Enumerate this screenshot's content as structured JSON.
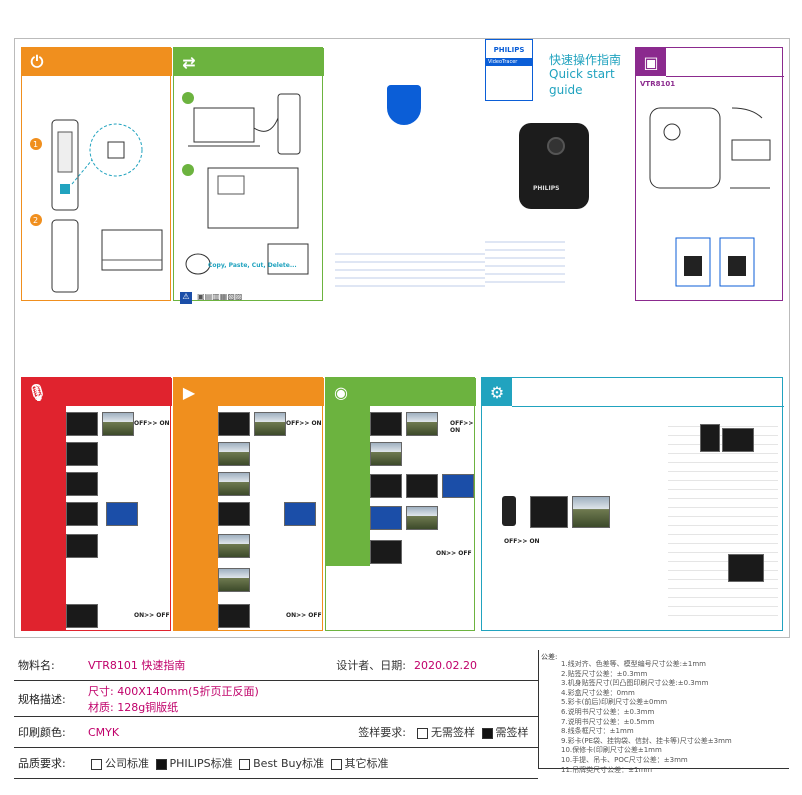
{
  "colors": {
    "orange": "#f08f1e",
    "green": "#6cb33f",
    "purple": "#8b2a8e",
    "red": "#e0232e",
    "cyan": "#21a3bf",
    "philips": "#0b5ed7"
  },
  "brand": {
    "logo_text": "PHILIPS",
    "series": "VideoTracer"
  },
  "guide_title": {
    "zh": "快速操作指南",
    "en1": "Quick start",
    "en2": "guide"
  },
  "model": "VTR8101",
  "bottom": {
    "copy": "Copy, Paste, Cut, Delete..."
  },
  "status": {
    "off_on": "OFF>> ON",
    "on_off": "ON>> OFF"
  },
  "info": {
    "material_label": "物料名:",
    "material_value": "VTR8101   快速指南",
    "designer_label": "设计者、日期:",
    "date_value": "2020.02.20",
    "spec_label": "规格描述:",
    "size_line": "尺寸: 400X140mm(5折页正反面)",
    "paper_line": "材质: 128g铜版纸",
    "color_label": "印刷颜色:",
    "color_value": "CMYK",
    "sign_label": "签样要求:",
    "sign_no": "无需签样",
    "sign_yes": "需签样",
    "quality_label": "品质要求:",
    "q1": "公司标准",
    "q2": "PHILIPS标准",
    "q3": "Best Buy标准",
    "q4": "其它标准"
  },
  "tolerance": {
    "title": "公差:",
    "items": [
      "1.线对齐、色差等、模型编号尺寸公差:±1mm",
      "2.贴签尺寸公差：±0.3mm",
      "3.机身贴签尺寸(凹凸图印刷尺寸公差:±0.3mm",
      "4.彩盒尺寸公差：0mm",
      "5.彩卡(前后)印刷尺寸公差±0mm",
      "6.说明书尺寸公差：±0.3mm",
      "7.说明书尺寸公差：±0.5mm",
      "8.线条框尺寸：±1mm",
      "9.彩卡(PE袋、挂钩袋、信封、挂卡等)尺寸公差±3mm",
      "10.保修卡(印刷尺寸公差±1mm",
      "10.手提、吊卡、POC尺寸公差：±3mm",
      "11.吊牌类尺寸公差：±1mm"
    ]
  }
}
